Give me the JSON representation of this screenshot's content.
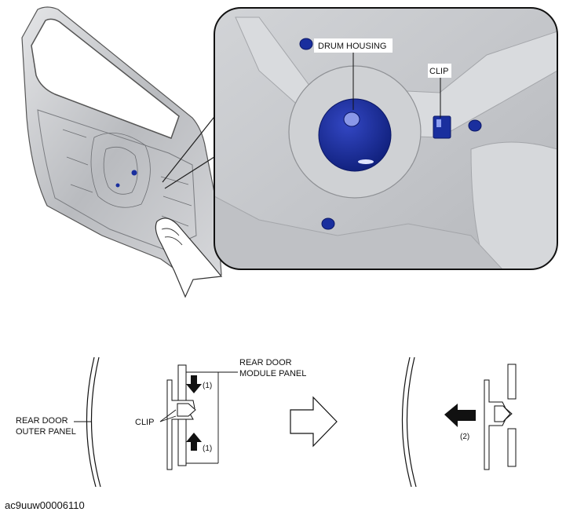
{
  "callout_labels": {
    "drum_housing": "DRUM HOUSING",
    "clip": "CLIP"
  },
  "detail_labels": {
    "rear_door_module_panel_line1": "REAR DOOR",
    "rear_door_module_panel_line2": "MODULE PANEL",
    "rear_door_outer_panel_line1": "REAR DOOR",
    "rear_door_outer_panel_line2": "OUTER PANEL",
    "clip": "CLIP",
    "step1_top": "(1)",
    "step1_bottom": "(1)",
    "step2": "(2)"
  },
  "image_code": "ac9uuw00006110",
  "colors": {
    "clip_blue": "#1a2f9e",
    "panel_gray": "#c9cbce",
    "line": "#111111"
  }
}
